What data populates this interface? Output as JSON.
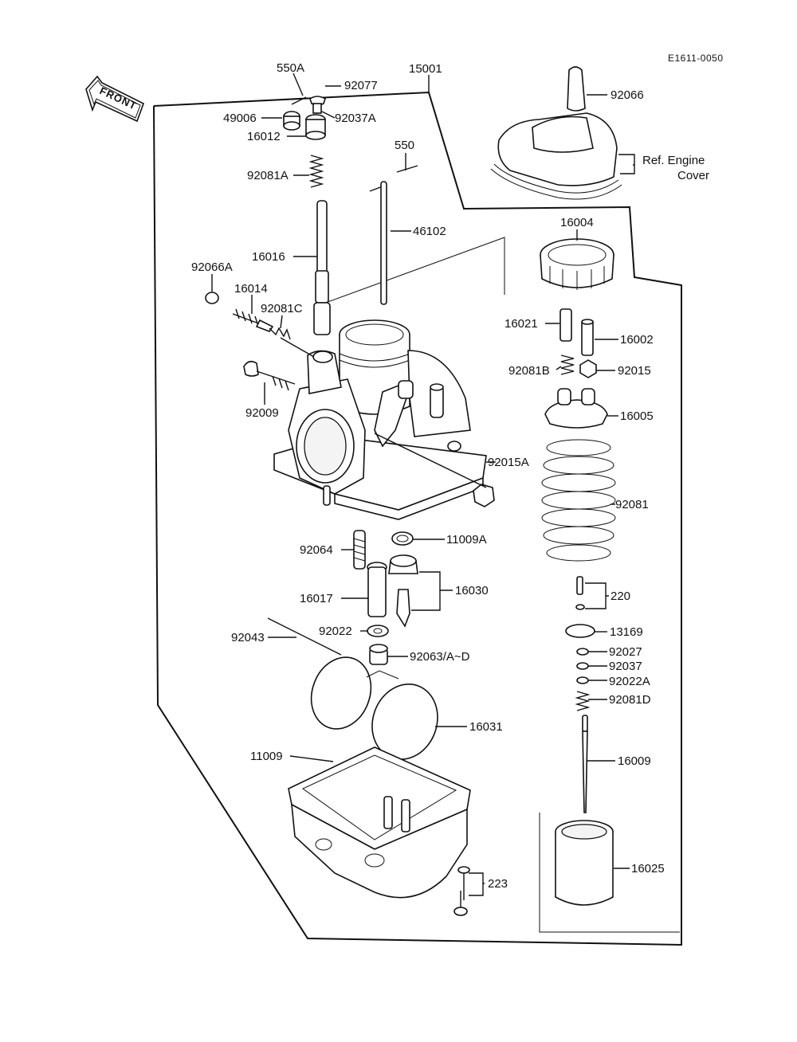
{
  "diagram_code": "E1611-0050",
  "front_label": "FRONT",
  "ref_note": {
    "line1": "Ref.  Engine",
    "line2": "Cover"
  },
  "part_labels": {
    "p550A": "550A",
    "p92077": "92077",
    "p15001": "15001",
    "p49006": "49006",
    "p92037A": "92037A",
    "p16012": "16012",
    "p92066": "92066",
    "p550": "550",
    "p92081A": "92081A",
    "p46102": "46102",
    "p16004": "16004",
    "p16016": "16016",
    "p92066A": "92066A",
    "p16014": "16014",
    "p92081C": "92081C",
    "p16021": "16021",
    "p16002": "16002",
    "p92081B": "92081B",
    "p92015": "92015",
    "p92009": "92009",
    "p16005": "16005",
    "p92015A": "92015A",
    "p92081": "92081",
    "p11009A": "11009A",
    "p92064": "92064",
    "p16030": "16030",
    "p16017": "16017",
    "p220": "220",
    "p92022": "92022",
    "p92043": "92043",
    "p13169": "13169",
    "p92063": "92063/A~D",
    "p92027": "92027",
    "p92037": "92037",
    "p92022A": "92022A",
    "p92081D": "92081D",
    "p16031": "16031",
    "p11009": "11009",
    "p16009": "16009",
    "p16025": "16025",
    "p223": "223"
  }
}
